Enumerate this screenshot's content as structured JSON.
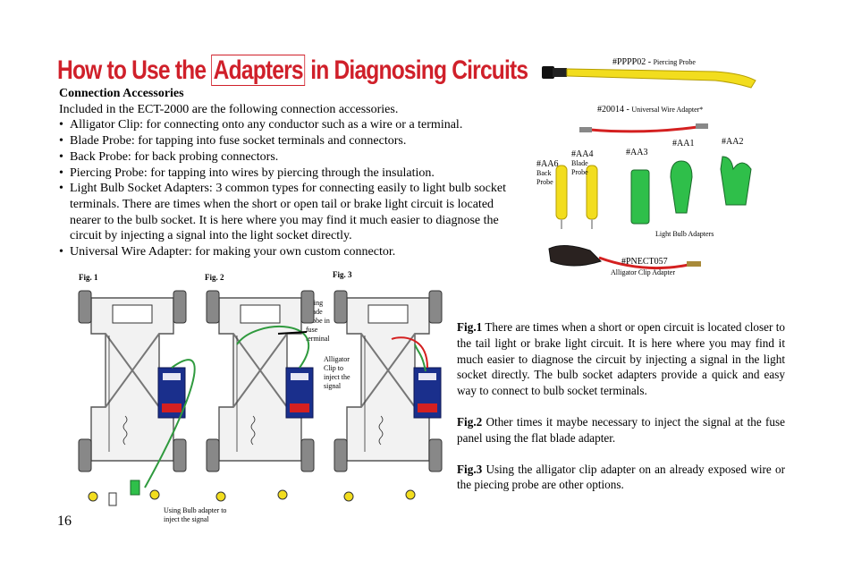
{
  "title": {
    "before": "How to Use the",
    "boxed": "Adapters",
    "after": "in Diagnosing Circuits"
  },
  "intro": {
    "heading": "Connection Accessories",
    "lead": "Included in the ECT-2000 are the following connection accessories.",
    "bullets": [
      "Alligator Clip: for connecting onto any conductor such as a wire or a terminal.",
      "Blade Probe: for tapping into fuse socket terminals and connectors.",
      "Back Probe: for back probing connectors.",
      "Piercing Probe: for tapping into wires by piercing through the insulation.",
      "Light Bulb Socket Adapters: 3 common types for connecting easily to light bulb socket terminals. There are times when the short or open tail or brake light circuit is located nearer to the bulb socket. It is here where you may find it much easier to diagnose the circuit by injecting a signal into the light socket directly.",
      "Universal Wire Adapter: for making your own custom connector."
    ]
  },
  "figures": {
    "fig1": {
      "label": "Fig. 1",
      "note": "Using Bulb adapter to inject the signal"
    },
    "fig2": {
      "label": "Fig. 2",
      "note": "Using Blade Probe in fuse terminal"
    },
    "fig3": {
      "label": "Fig. 3",
      "note": "Alligator Clip to inject the signal"
    }
  },
  "products": {
    "piercing": {
      "code": "#PPPP02 - ",
      "name": "Piercing Probe"
    },
    "universal": {
      "code": "#20014 - ",
      "name": "Universal Wire Adapter*"
    },
    "aa6": {
      "code": "#AA6",
      "name": "Back Probe"
    },
    "aa4": {
      "code": "#AA4",
      "name": "Blade Probe"
    },
    "aa3": {
      "code": "#AA3"
    },
    "aa1": {
      "code": "#AA1"
    },
    "aa2": {
      "code": "#AA2"
    },
    "bulb_group": "Light Bulb Adapters",
    "pnect": {
      "code": "#PNECT057",
      "name": "Alligator Clip Adapter"
    }
  },
  "body": {
    "fig1": {
      "lead": "Fig.1",
      "text": " There are times when a short or open circuit is located closer to the tail light or brake light circuit. It is here where you may find it much easier to diagnose the circuit by injecting a signal in the light socket directly. The bulb socket adapters provide a quick and easy way to connect to bulb socket terminals."
    },
    "fig2": {
      "lead": "Fig.2",
      "text": "  Other times it maybe necessary to inject the signal at the fuse panel using the flat blade adapter."
    },
    "fig3": {
      "lead": "Fig.3",
      "text": "  Using the alligator clip adapter on an already exposed wire or the piecing probe are other options."
    }
  },
  "page_number": "16",
  "colors": {
    "title": "#d0202a",
    "adapter_green": "#2fbf4a",
    "probe_yellow": "#f2dd1e",
    "wire_red": "#d42020",
    "device_blue": "#1a2f8c"
  }
}
